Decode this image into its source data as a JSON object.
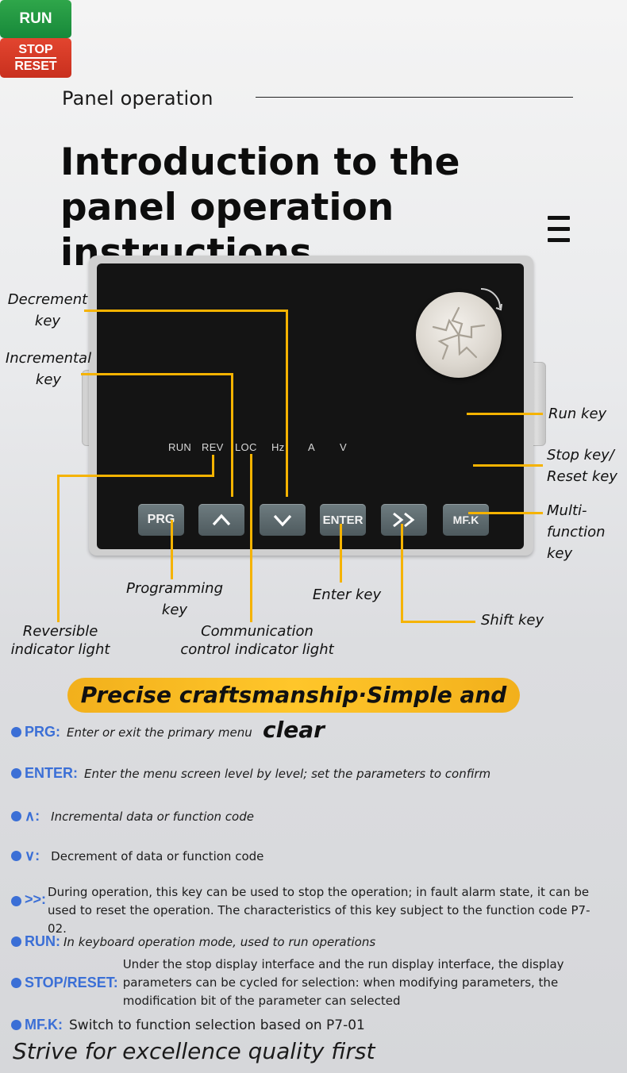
{
  "header": {
    "section_label": "Panel operation",
    "title": "Introduction to the panel operation instructions"
  },
  "menu_icon": "hamburger-menu-icon",
  "device": {
    "indicators": [
      "RUN",
      "REV",
      "LOC",
      "Hz",
      "A",
      "V"
    ],
    "keys": {
      "prg": "PRG",
      "enter": "ENTER",
      "mfk": "MF.K",
      "run": "RUN",
      "stop": "STOP",
      "reset": "RESET"
    }
  },
  "callouts": {
    "decrement": "Decrement key",
    "incremental": "Incremental key",
    "reversible": "Reversible indicator light",
    "programming": "Programming key",
    "communication": "Communication control indicator light",
    "enter": "Enter key",
    "shift": "Shift key",
    "run": "Run key",
    "stop_reset": "Stop key/ Reset key",
    "multi_function": "Multi- function key"
  },
  "banner": "Precise craftsmanship·Simple and clear",
  "descriptions": [
    {
      "key": "PRG:",
      "text": "Enter or exit the primary menu"
    },
    {
      "key": "ENTER:",
      "text": "Enter the menu screen level by level; set the parameters to confirm"
    },
    {
      "key": "∧:",
      "text": "Incremental data or function code"
    },
    {
      "key": "∨:",
      "text": "Decrement of data or function code"
    },
    {
      "key": ">>:",
      "text": "During operation, this key can be used to stop the operation; in fault alarm state, it can be used to reset the operation. The characteristics of this key subject to the function code P7-02."
    },
    {
      "key": "RUN:",
      "text": "In keyboard operation mode, used to run operations"
    },
    {
      "key": "STOP/RESET:",
      "text": "Under the stop display interface and the run display interface, the display parameters can be cycled for selection: when modifying parameters, the modification bit of the parameter can selected"
    },
    {
      "key": "MF.K:",
      "text": "Switch to function selection based on P7-01"
    }
  ],
  "footer": "Strive for excellence  quality first",
  "colors": {
    "accent_yellow": "#f5b301",
    "bullet_blue": "#3b6fd6",
    "run_green": "#1f9a44",
    "stop_red": "#d63a25"
  }
}
